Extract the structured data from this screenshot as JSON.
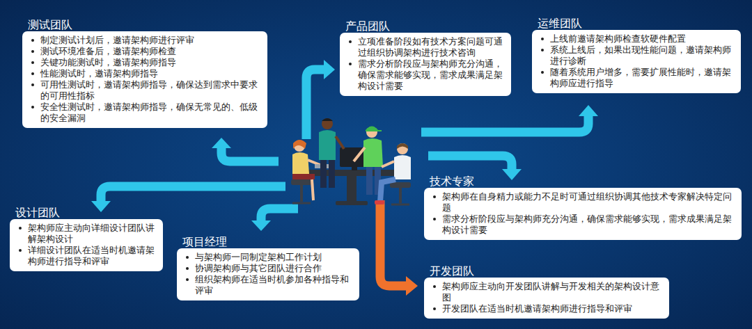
{
  "diagram": {
    "nodes": [
      {
        "text": [
          "测试团队",
          "制定测试计划后，邀请架构师进行评审",
          "测试环境准备后，邀请架构师检查",
          "关键功能测试时，邀请架构师指导",
          "性能测试时，邀请架构师指导",
          "可用性测试时，邀请架构师指导，确保达到需求中要求的可用性指标",
          "安全性测试时，邀请架构师指导，确保无常见的、低级的安全漏洞"
        ]
      },
      {
        "text": [
          "产品团队",
          "立项准备阶段如有技术方案问题可通过组织协调架构进行技术咨询",
          "需求分析阶段应与架构师充分沟通，确保需求能够实现，需求成果满足架构设计需要"
        ]
      },
      {
        "text": [
          "运维团队",
          "上线前邀请架构师检查软硬件配置",
          "系统上线后，如果出现性能问题，邀请架构师进行诊断",
          "随着系统用户增多，需要扩展性能时，邀请架构师应进行指导"
        ]
      },
      {
        "text": [
          "技术专家",
          "架构师在自身精力或能力不足时可通过组织协调其他技术专家解决特定问题",
          "需求分析阶段应与架构师充分沟通，确保需求能够实现，需求成果满足架构设计需要"
        ]
      },
      {
        "text": [
          "设计团队",
          "架构师应主动向详细设计团队讲解架构设计",
          "详细设计团队在适当时机邀请架构师进行指导和评审"
        ]
      },
      {
        "text": [
          "项目经理",
          "与架构师一同制定架构工作计划",
          "协调架构师与其它团队进行合作",
          "组织架构师在适当时机参加各种指导和评审"
        ]
      },
      {
        "text": [
          "开发团队",
          "架构师应主动向开发团队讲解与开发相关的架构设计意图",
          "开发团队在适当时机邀请架构师进行指导和评审"
        ]
      }
    ]
  }
}
